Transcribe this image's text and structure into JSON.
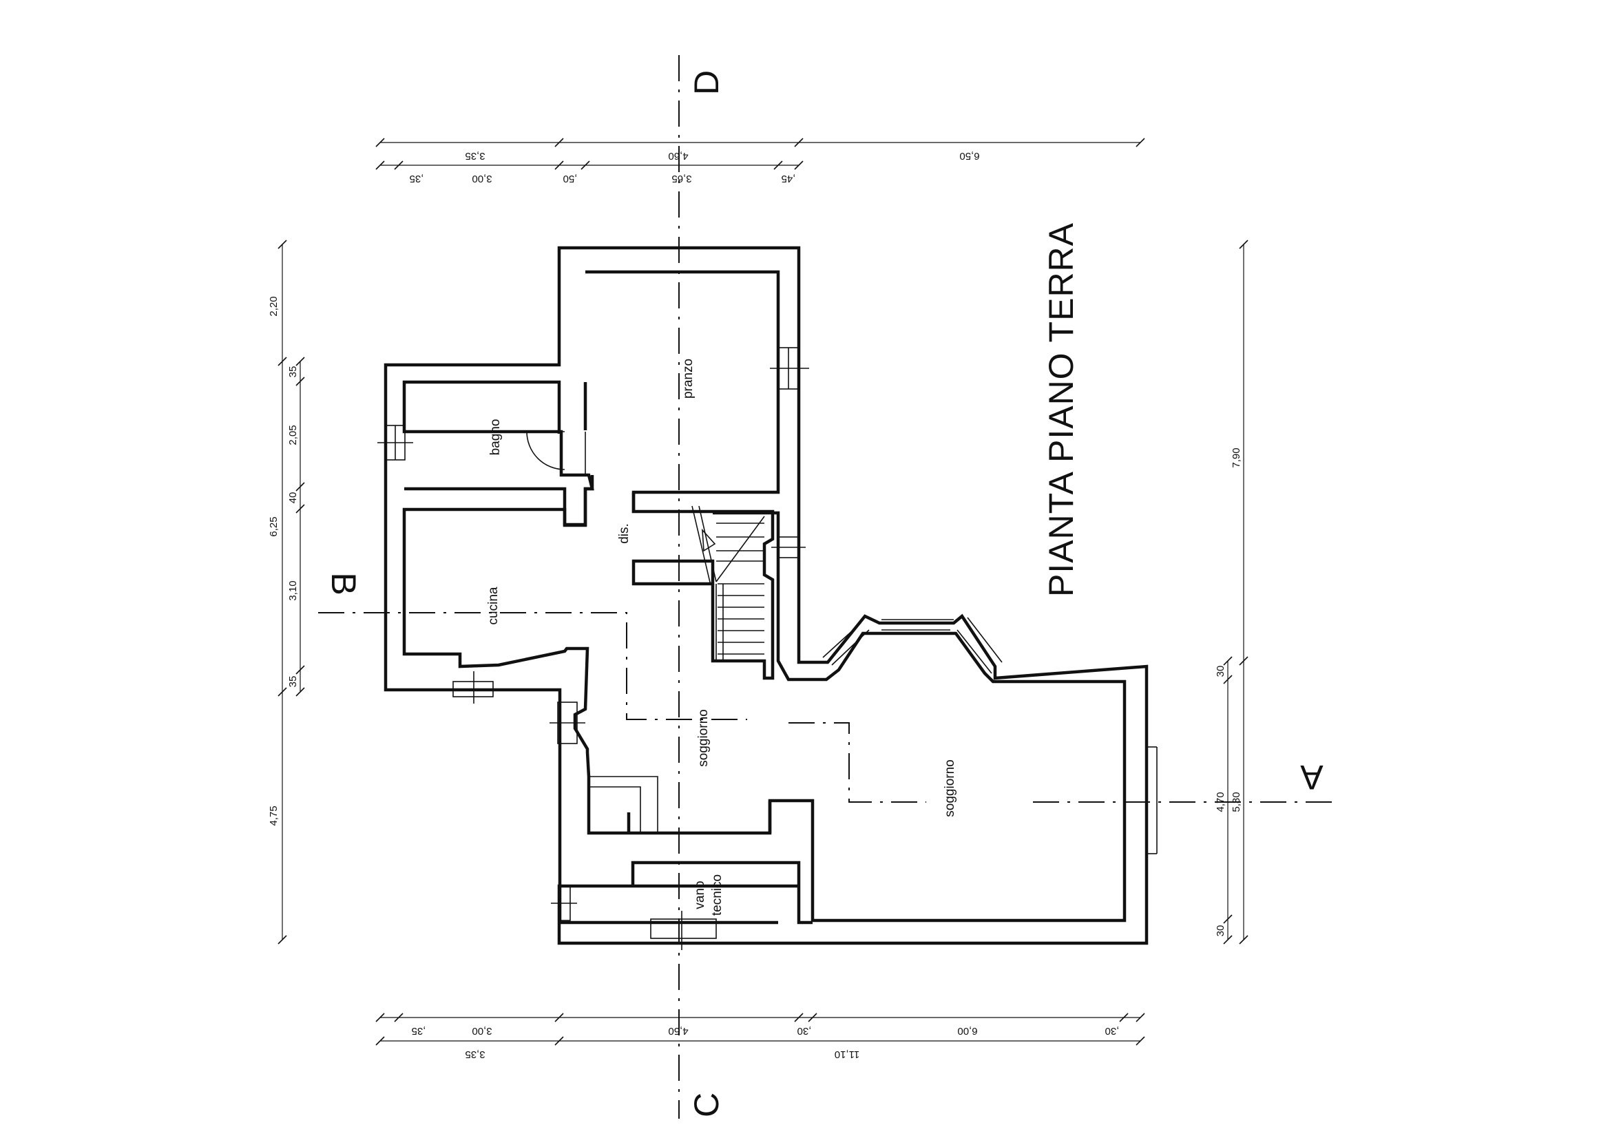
{
  "title": "PIANTA PIANO TERRA",
  "rooms": {
    "pranzo": "pranzo",
    "bagno": "bagno",
    "dis": "dis.",
    "cucina": "cucina",
    "soggiorno_1": "soggiorno",
    "soggiorno_2": "soggiorno",
    "vano_1": "vano",
    "vano_2": "tecnico"
  },
  "sections": {
    "a": "A",
    "b": "B",
    "c": "C",
    "d": "D"
  },
  "dimensions": {
    "top_outer": [
      "3,35",
      "4,60",
      "6,50"
    ],
    "top_inner": [
      ",35",
      "3,00",
      ",50",
      "3,65",
      ",45"
    ],
    "bottom_inner": [
      ",35",
      "3,00",
      "4,50",
      ",30",
      "6,00",
      ",30"
    ],
    "bottom_outer": [
      "3,35",
      "11,10"
    ],
    "left_outer": [
      "2,20",
      "6,25",
      "4,75"
    ],
    "left_inner": [
      "35",
      "2,05",
      "40",
      "3,10",
      "35"
    ],
    "right_outer": [
      "7,90",
      "5,30"
    ],
    "right_inner": [
      "30",
      "4,70",
      "30"
    ]
  }
}
